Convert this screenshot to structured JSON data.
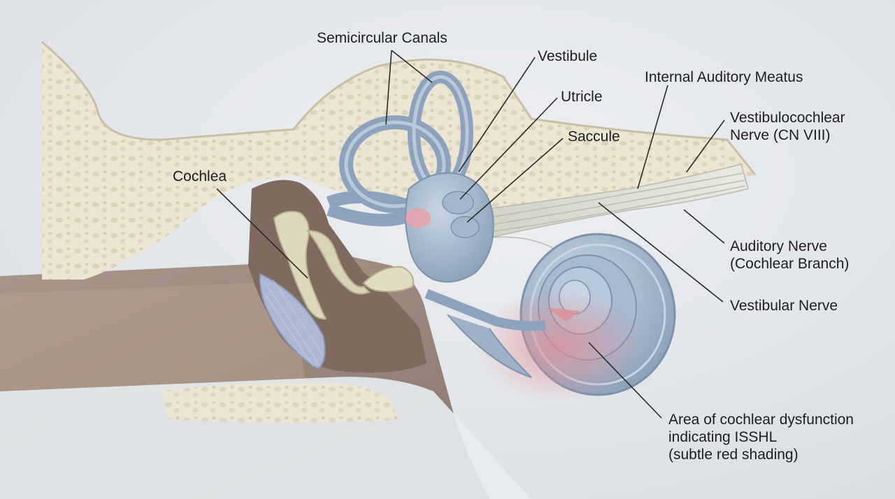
{
  "labels": {
    "semicircular_canals": "Semicircular Canals",
    "vestibule": "Vestibule",
    "utricle": "Utricle",
    "saccule": "Saccule",
    "cochlea": "Cochlea",
    "internal_auditory_meatus": "Internal Auditory Meatus",
    "vestibulocochlear_nerve": [
      "Vestibulocochlear",
      "Nerve (CN VIII)"
    ],
    "auditory_nerve": [
      "Auditory Nerve",
      "(Cochlear Branch)"
    ],
    "vestibular_nerve": "Vestibular Nerve",
    "cochlear_dysfunction": [
      "Area of cochlear dysfunction",
      "indicating ISSHL",
      "(subtle red shading)"
    ]
  },
  "colors": {
    "background": "#e6e9ec",
    "bone": "#ece5d3",
    "soft_tissue": "#8f7a6e",
    "labyrinth_blue": "#9fb1c6",
    "nerve": "#d9d9cf",
    "dysfunction_red": "#e79aa0",
    "leader_line": "#2a2a2a"
  }
}
